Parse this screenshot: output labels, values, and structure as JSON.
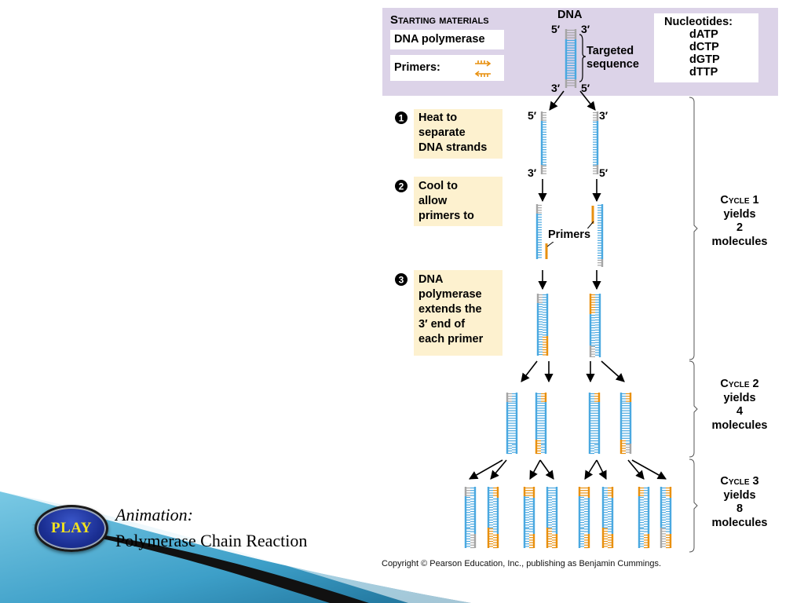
{
  "starting_materials": {
    "heading": "Starting materials",
    "dna_polymerase": "DNA polymerase",
    "primers": "Primers:",
    "dna_label": "DNA",
    "top_5": "5′",
    "top_3": "3′",
    "bottom_3": "3′",
    "bottom_5": "5′",
    "targeted_sequence_1": "Targeted",
    "targeted_sequence_2": "sequence",
    "nucleotides_title": "Nucleotides:",
    "nucleotides": [
      "dATP",
      "dCTP",
      "dGTP",
      "dTTP"
    ]
  },
  "steps": [
    {
      "number": "1",
      "lines": [
        "Heat to",
        "separate",
        "DNA strands"
      ]
    },
    {
      "number": "2",
      "lines": [
        "Cool to",
        "allow",
        "primers to"
      ]
    },
    {
      "number": "3",
      "lines": [
        "DNA",
        "polymerase",
        "extends the",
        "3′ end of",
        "each primer"
      ]
    }
  ],
  "strand_labels": {
    "left_top": "5′",
    "right_top": "3′",
    "left_bottom": "3′",
    "right_bottom": "5′"
  },
  "primers_label": "Primers",
  "cycles": [
    {
      "word": "Cycle",
      "number": "1",
      "line2": "yields",
      "line3": "2",
      "line4": "molecules"
    },
    {
      "word": "Cycle",
      "number": "2",
      "line2": "yields",
      "line3": "4",
      "line4": "molecules"
    },
    {
      "word": "Cycle",
      "number": "3",
      "line2": "yields",
      "line3": "8",
      "line4": "molecules"
    }
  ],
  "copyright": "Copyright © Pearson Education, Inc., publishing as Benjamin Cummings.",
  "animation": {
    "title": "Animation:",
    "subtitle": "Polymerase Chain Reaction",
    "play_label": "PLAY"
  },
  "colors": {
    "panel": "#dcd3e8",
    "step_box": "#fdf1cf",
    "strand_blue": "#4aa8e0",
    "strand_gray": "#a5a5a5",
    "primer_orange": "#e8900f",
    "play_blue": "#1b2f93",
    "play_text": "#f1e21f"
  }
}
